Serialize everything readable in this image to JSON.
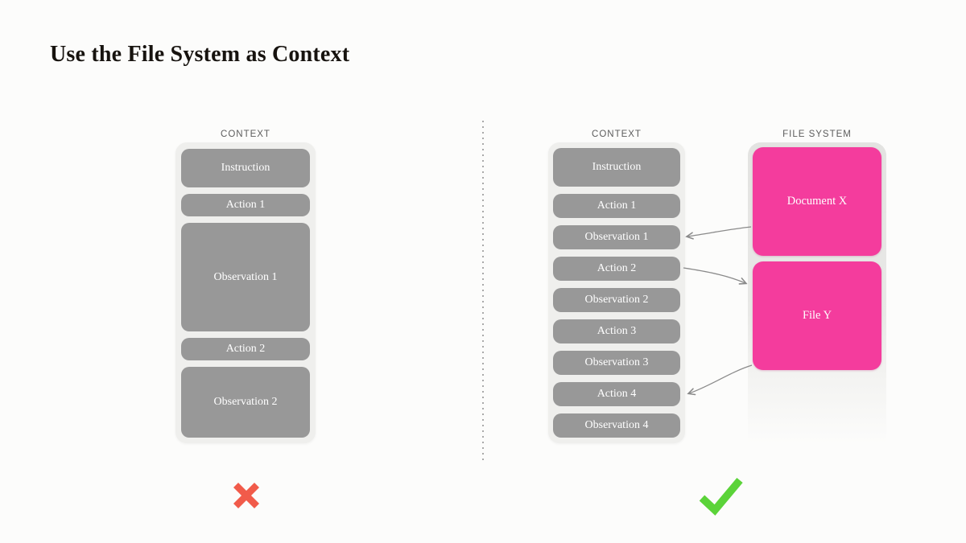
{
  "title": "Use the File System as Context",
  "left": {
    "label": "CONTEXT",
    "boxes": [
      "Instruction",
      "Action 1",
      "Observation 1",
      "Action 2",
      "Observation 2"
    ],
    "verdict": "rejected"
  },
  "right": {
    "context": {
      "label": "CONTEXT",
      "boxes": [
        "Instruction",
        "Action 1",
        "Observation 1",
        "Action 2",
        "Observation 2",
        "Action 3",
        "Observation 3",
        "Action 4",
        "Observation 4"
      ]
    },
    "file_system": {
      "label": "FILE SYSTEM",
      "boxes": [
        "Document X",
        "File Y"
      ]
    },
    "arrows": [
      {
        "from": "Document X",
        "to": "Observation 1"
      },
      {
        "from": "Action 2",
        "to": "File Y"
      },
      {
        "from": "File Y",
        "to": "Action 4"
      }
    ],
    "verdict": "approved"
  },
  "colors": {
    "background": "#fcfcfb",
    "container_gray": "#efefed",
    "box_gray": "#989898",
    "pink": "#f43c9d",
    "label_gray": "#5c5c5c",
    "arrow_gray": "#8a8a8a",
    "cross_red": "#f15b4a",
    "check_green": "#5bd339"
  }
}
